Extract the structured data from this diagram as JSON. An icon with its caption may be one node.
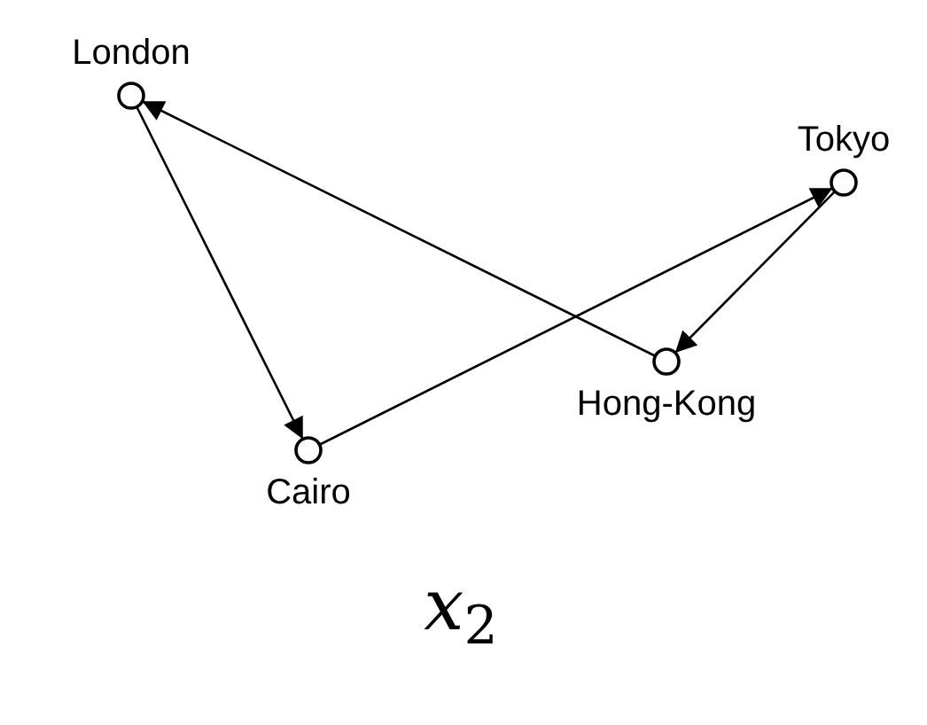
{
  "diagram": {
    "caption": "*x*$_{2}$",
    "nodes": [
      {
        "text": [
          "London"
        ]
      },
      {
        "text": [
          "Cairo"
        ]
      },
      {
        "text": [
          "Tokyo"
        ]
      },
      {
        "text": [
          "Hong-Kong"
        ]
      }
    ],
    "edges": [
      {
        "from": 0,
        "to": 1,
        "arrow": "to"
      },
      {
        "from": 1,
        "to": 2,
        "arrow": "to"
      },
      {
        "from": 2,
        "to": 3,
        "arrow": "to"
      },
      {
        "from": 3,
        "to": 0,
        "arrow": "to"
      }
    ]
  }
}
